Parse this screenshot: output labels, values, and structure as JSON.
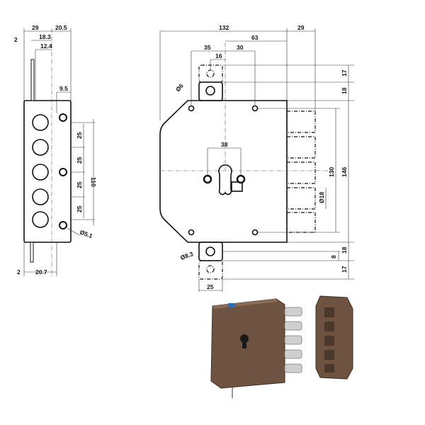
{
  "side_view": {
    "dims": {
      "w29": "29",
      "w20_5": "20.5",
      "pin2_top": "2",
      "w18_3": "18.3",
      "w12_4": "12.4",
      "w9_5": "9.5",
      "pitch": [
        "25",
        "25",
        "25",
        "25"
      ],
      "h110": "110",
      "hole": "Ø5.1",
      "pin2_bottom": "2",
      "w20_7": "20.7"
    }
  },
  "front_view": {
    "dims": {
      "w132": "132",
      "w29": "29",
      "w63": "63",
      "w35": "35",
      "w30": "30",
      "w16": "16",
      "w38": "38",
      "top17": "17",
      "top18": "18",
      "h130": "130",
      "h146": "146",
      "bolt": "Ø18",
      "b8": "8",
      "bot18": "18",
      "bot17": "17",
      "hole8_3": "Ø8.3",
      "hole6": "Ø6",
      "w25": "25"
    }
  },
  "colors": {
    "lock_body": "#6e5440",
    "steel": "#c8c8c8",
    "badge": "#2a6fb8"
  }
}
